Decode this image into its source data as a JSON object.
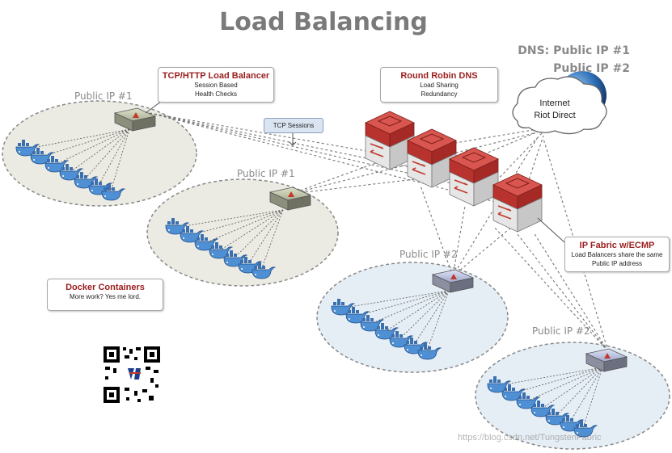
{
  "title": "Load Balancing",
  "dns_label": {
    "line1": "DNS: Public IP #1",
    "line2": "Public IP #2"
  },
  "public_ip_labels": [
    "Public IP #1",
    "Public IP #1",
    "Public IP #2",
    "Public IP #2"
  ],
  "callouts": {
    "tcp_http": {
      "title": "TCP/HTTP Load Balancer",
      "lines": [
        "Session Based",
        "Health Checks"
      ]
    },
    "round_robin": {
      "title": "Round Robin DNS",
      "lines": [
        "Load Sharing",
        "Redundancy"
      ]
    },
    "ip_fabric": {
      "title": "IP Fabric w/ECMP",
      "lines": [
        "Load Balancers share the same",
        "Public IP address"
      ]
    },
    "docker": {
      "title": "Docker Containers",
      "lines": [
        "More work? Yes me lord."
      ]
    }
  },
  "tcp_sessions_label": "TCP Sessions",
  "cloud": {
    "line1": "Internet",
    "line2": "Riot Direct"
  },
  "watermark": "https://blog.csdn.net/TungstenFabric",
  "colors": {
    "title": "#7a7a7a",
    "callout_title": "#9b1e1e",
    "router": "#c8413c",
    "lan_tint_1": "#ecebe3",
    "lan_tint_2": "#e6eef5"
  }
}
